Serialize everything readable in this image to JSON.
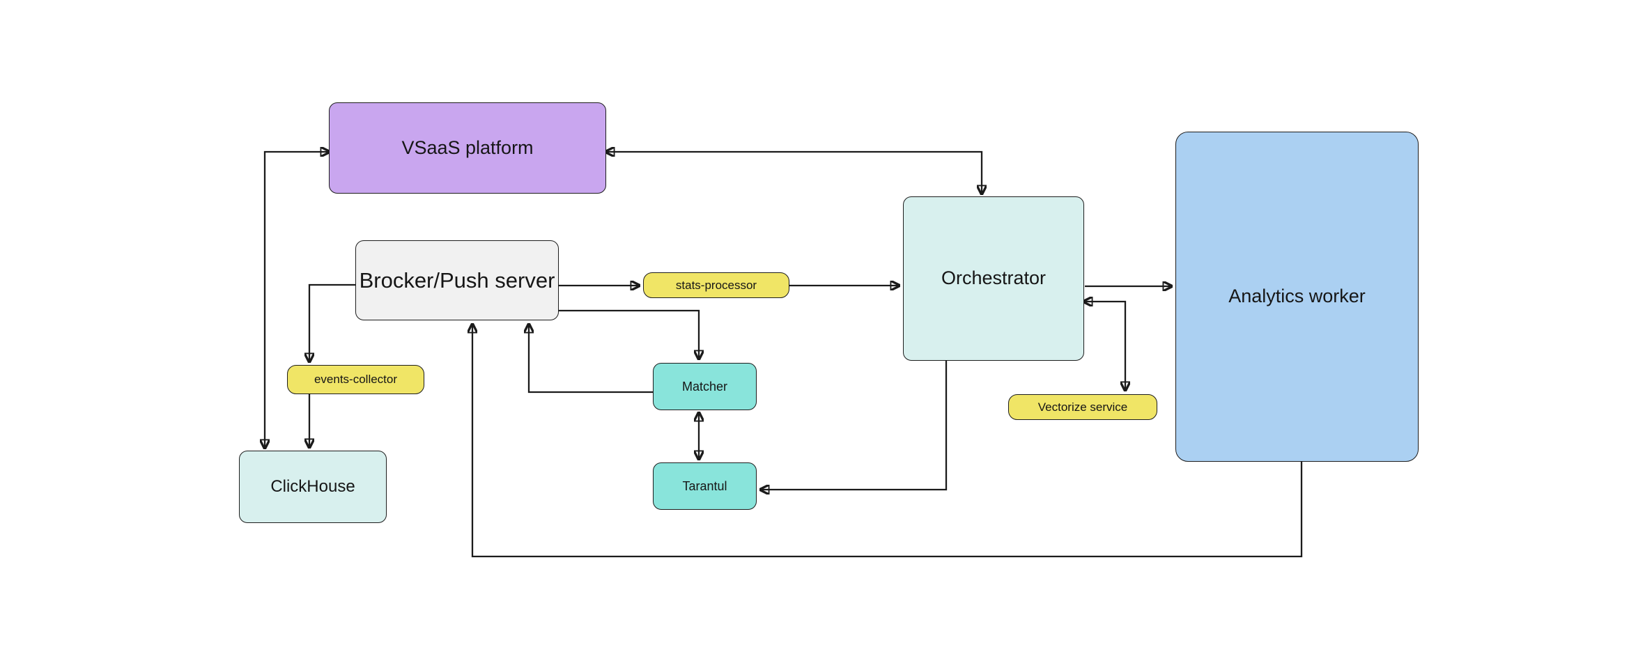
{
  "diagram": {
    "background_color": "#ffffff",
    "line_color": "#1b1b1b",
    "nodes": [
      {
        "id": "vsaas",
        "label": "VSaaS platform",
        "fill": "#c9a6ef"
      },
      {
        "id": "brocker",
        "label": "Brocker/Push server",
        "fill": "#f1f1f1"
      },
      {
        "id": "stats_processor",
        "label": "stats-processor",
        "fill": "#f0e566"
      },
      {
        "id": "orchestrator",
        "label": "Orchestrator",
        "fill": "#d8f0ee"
      },
      {
        "id": "analytics_worker",
        "label": "Analytics worker",
        "fill": "#abd0f2"
      },
      {
        "id": "events_collector",
        "label": "events-collector",
        "fill": "#f0e566"
      },
      {
        "id": "clickhouse",
        "label": "ClickHouse",
        "fill": "#d8f0ee"
      },
      {
        "id": "matcher",
        "label": "Matcher",
        "fill": "#89e4db"
      },
      {
        "id": "tarantul",
        "label": "Tarantul",
        "fill": "#89e4db"
      },
      {
        "id": "vectorize_service",
        "label": "Vectorize service",
        "fill": "#f0e566"
      }
    ],
    "edges": [
      {
        "between": [
          "vsaas",
          "clickhouse"
        ],
        "arrows": "both"
      },
      {
        "between": [
          "vsaas",
          "orchestrator"
        ],
        "arrows": "both"
      },
      {
        "between": [
          "brocker",
          "events_collector"
        ],
        "arrows": "into events_collector"
      },
      {
        "between": [
          "events_collector",
          "clickhouse"
        ],
        "arrows": "into clickhouse"
      },
      {
        "between": [
          "brocker",
          "stats_processor"
        ],
        "arrows": "into stats_processor"
      },
      {
        "between": [
          "stats_processor",
          "orchestrator"
        ],
        "arrows": "into orchestrator"
      },
      {
        "between": [
          "brocker",
          "matcher"
        ],
        "arrows": "into matcher"
      },
      {
        "between": [
          "matcher",
          "brocker"
        ],
        "arrows": "into brocker"
      },
      {
        "between": [
          "matcher",
          "tarantul"
        ],
        "arrows": "both"
      },
      {
        "between": [
          "orchestrator",
          "tarantul"
        ],
        "arrows": "into tarantul"
      },
      {
        "between": [
          "orchestrator",
          "analytics_worker"
        ],
        "arrows": "into analytics_worker"
      },
      {
        "between": [
          "orchestrator",
          "vectorize_service"
        ],
        "arrows": "both"
      },
      {
        "between": [
          "analytics_worker",
          "brocker"
        ],
        "arrows": "into brocker"
      }
    ]
  }
}
